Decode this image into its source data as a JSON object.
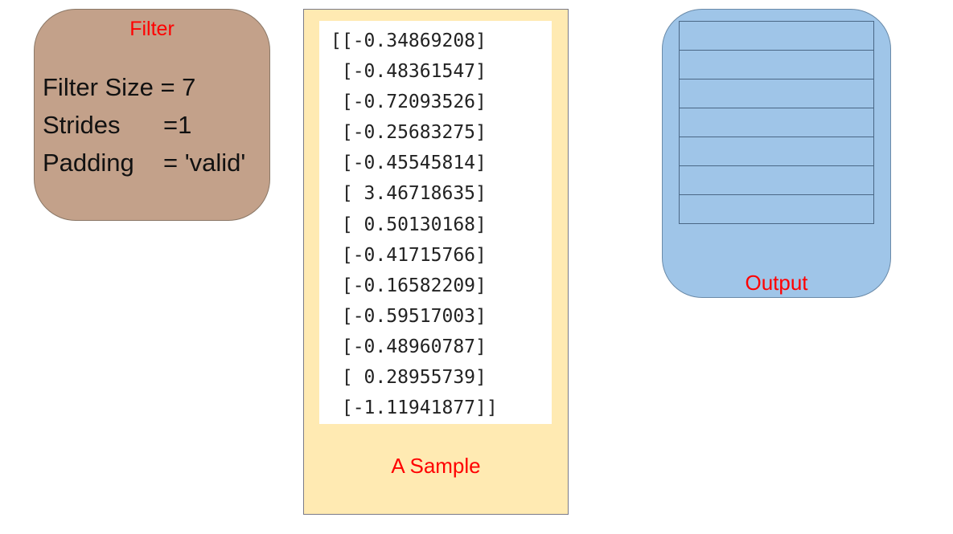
{
  "filter": {
    "title": "Filter",
    "params": [
      {
        "name": "Filter Size",
        "value": "= 7"
      },
      {
        "name": "Strides",
        "value": "=1"
      },
      {
        "name": "Padding",
        "value": "= 'valid'"
      }
    ]
  },
  "sample": {
    "label": "A Sample",
    "lines": [
      "[[-0.34869208]",
      " [-0.48361547]",
      " [-0.72093526]",
      " [-0.25683275]",
      " [-0.45545814]",
      " [ 3.46718635]",
      " [ 0.50130168]",
      " [-0.41715766]",
      " [-0.16582209]",
      " [-0.59517003]",
      " [-0.48960787]",
      " [ 0.28955739]",
      " [-1.11941877]]"
    ]
  },
  "output": {
    "label": "Output",
    "cells": 7
  },
  "colors": {
    "filter_bg": "#c3a18a",
    "sample_bg": "#ffeab2",
    "output_bg": "#9fc5e8",
    "label_red": "#ff0000"
  }
}
